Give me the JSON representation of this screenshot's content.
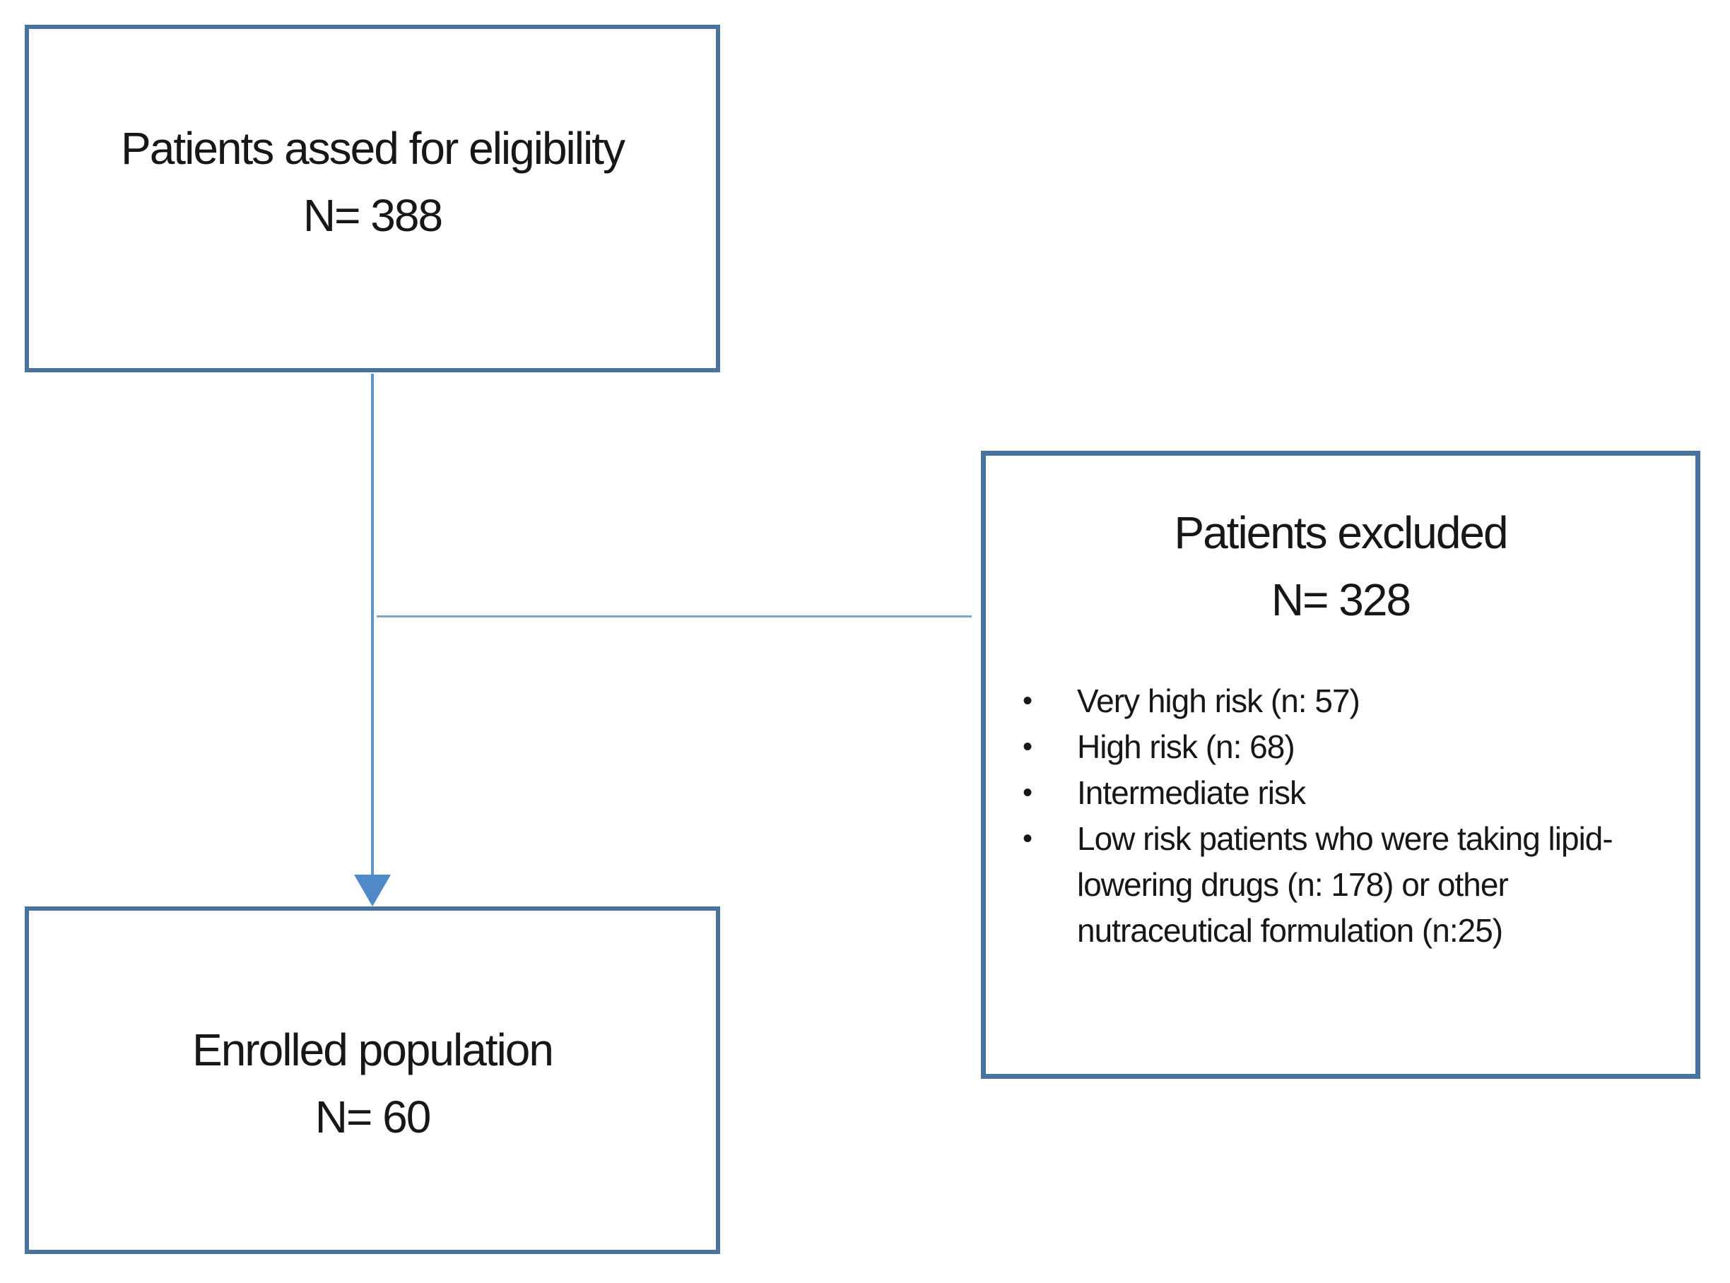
{
  "colors": {
    "box_border": "#48739f",
    "connector_vertical": "#5e94cc",
    "connector_horizontal": "#80a6cb",
    "arrow_fill": "#4f89c8",
    "text": "#171717",
    "background": "#ffffff"
  },
  "icons": {
    "bullet_glyph": "•",
    "arrow_down": "down-arrowhead-triangle"
  },
  "boxes": {
    "assessed": {
      "title": "Patients assed for eligibility",
      "n_label": "N= 388"
    },
    "excluded": {
      "title": "Patients excluded",
      "n_label": "N= 328",
      "bullets": [
        "Very high risk (n: 57)",
        "High risk (n: 68)",
        "Intermediate risk",
        "Low risk patients who were taking lipid-lowering drugs (n: 178) or other nutraceutical formulation (n:25)"
      ]
    },
    "enrolled": {
      "title": "Enrolled population",
      "n_label": "N= 60"
    }
  }
}
